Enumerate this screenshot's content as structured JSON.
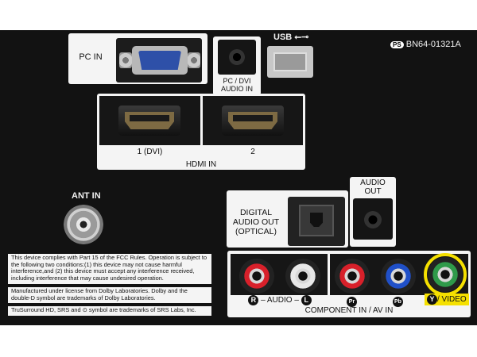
{
  "labels": {
    "pc_in": "PC IN",
    "pc_dvi_audio_in": [
      "PC / DVI",
      "AUDIO IN"
    ],
    "usb": "USB",
    "model": "BN64-01321A",
    "ps_badge": "PS",
    "hdmi1": "1 (DVI)",
    "hdmi2": "2",
    "hdmi_in": "HDMI IN",
    "ant_in": "ANT IN",
    "digital_audio_out": [
      "DIGITAL",
      "AUDIO OUT",
      "(OPTICAL)"
    ],
    "audio_out": [
      "AUDIO",
      "OUT"
    ],
    "r": "R",
    "audio": "– AUDIO –",
    "l": "L",
    "pr": "Pr",
    "pb": "Pb",
    "y": "Y",
    "video": "/ VIDEO",
    "component_in": "COMPONENT IN / AV IN"
  },
  "notices": [
    "This device complies with Part 15 of the FCC Rules. Operation is subject to the following two conditions:(1) this device may not cause harmful interference,and (2) this device must accept any interference received, including interference that may cause undesired operation.",
    "Manufactured under license from Dolby Laboratories. Dolby and the double-D symbol are trademarks of Dolby Laboratories.",
    "TruSurround HD, SRS and ⊙ symbol are trademarks of SRS Labs, Inc."
  ],
  "colors": {
    "audio_r": "#d8202a",
    "audio_l": "#e8e8e8",
    "pr": "#d8202a",
    "pb": "#2050c8",
    "y": "#2f9a4a",
    "video_highlight": "#f5e000"
  }
}
